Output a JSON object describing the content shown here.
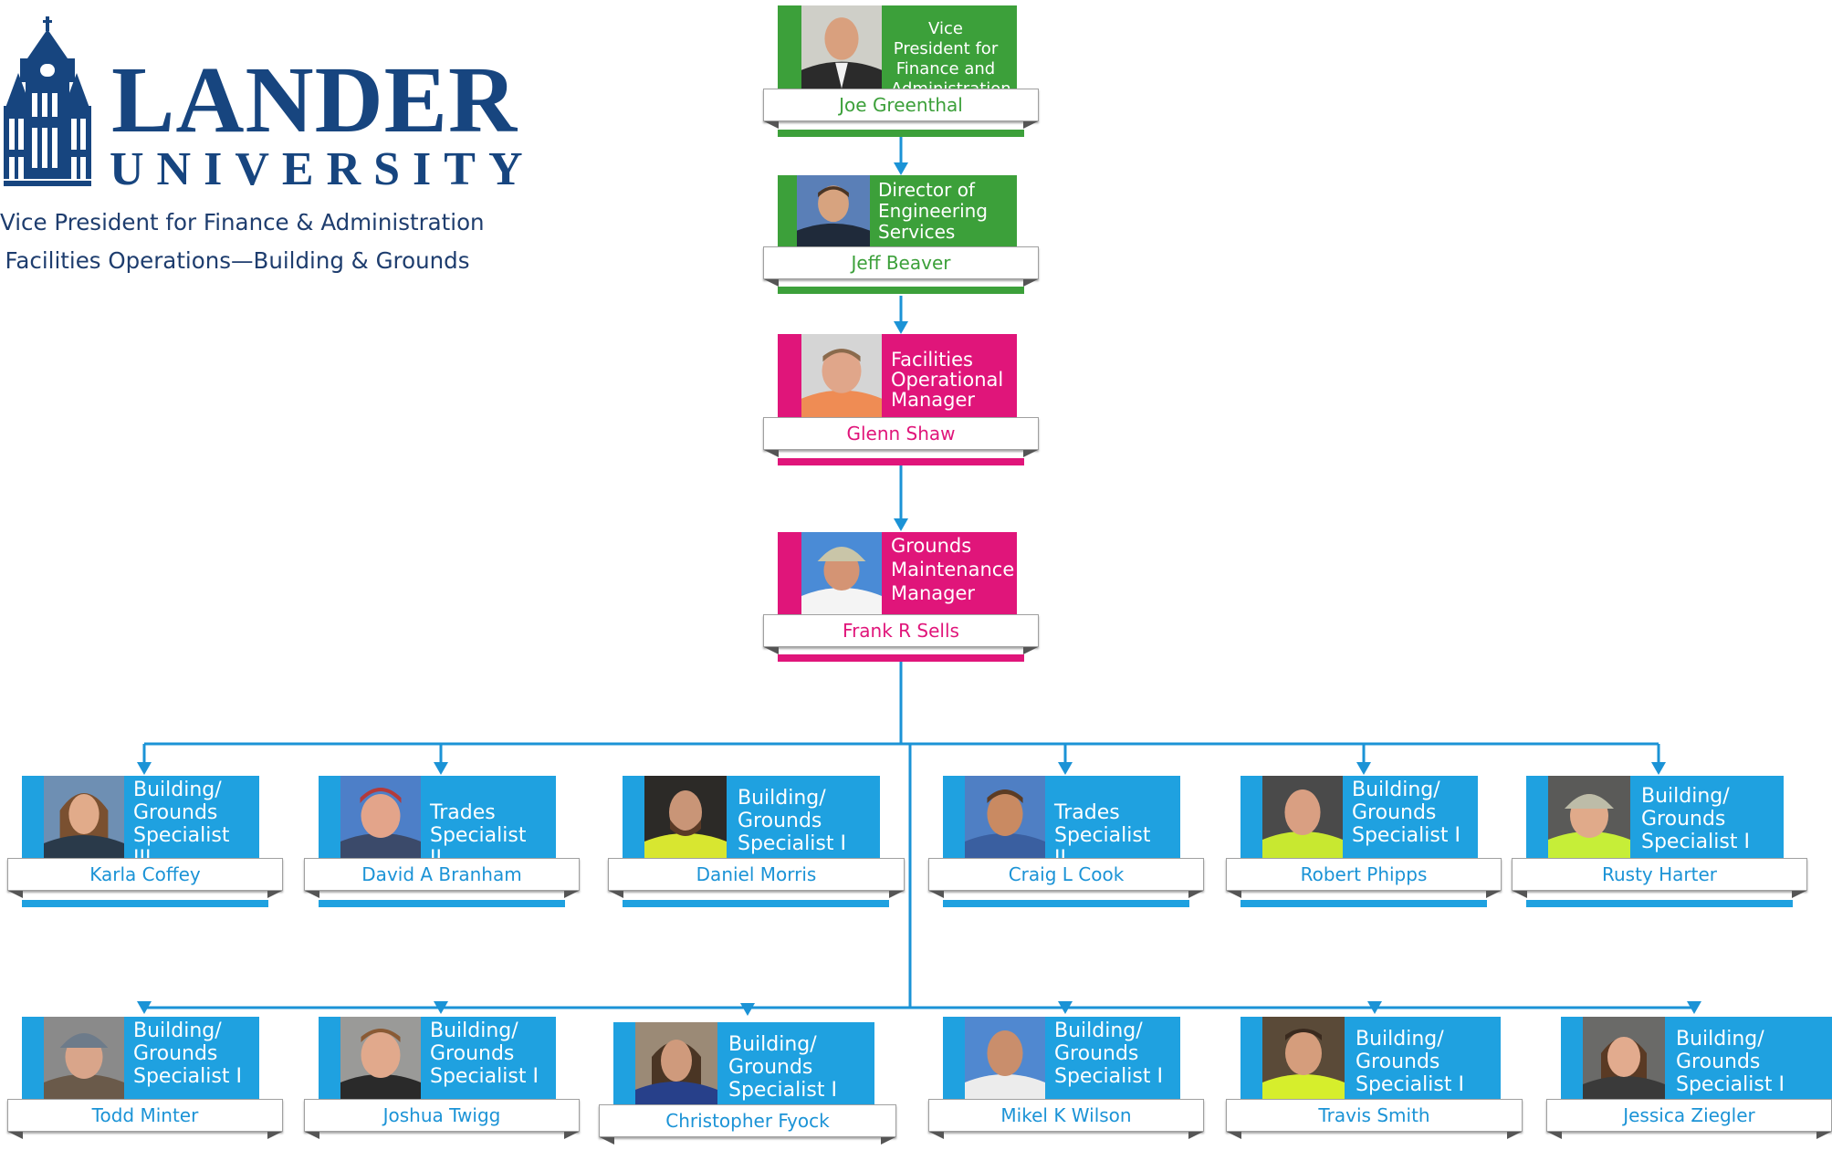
{
  "colors": {
    "logo_blue": "#17457f",
    "executive_green": "#3ca03a",
    "manager_pink": "#e0157a",
    "staff_blue": "#1fa1e0",
    "connector_blue": "#1b93d6"
  },
  "logo": {
    "word_1": "LANDER",
    "word_2": "UNIVERSITY",
    "icon": "building-tower-icon"
  },
  "subtitle": {
    "line_1": "Vice President for Finance & Administration",
    "line_2": "Facilities Operations—Building & Grounds"
  },
  "org_chart": {
    "executives": [
      {
        "name": "Joe Greenthal",
        "title": "Vice President for Finance and Administration",
        "color": "green",
        "photo": "person-photo-icon"
      },
      {
        "name": "Jeff Beaver",
        "title": "Director of Engineering Services",
        "color": "green",
        "photo": "person-photo-icon"
      },
      {
        "name": "Glenn Shaw",
        "title": "Facilities Operational Manager",
        "color": "pink",
        "photo": "person-photo-icon"
      },
      {
        "name": "Frank R Sells",
        "title": "Grounds Maintenance Manager",
        "color": "pink",
        "photo": "person-photo-icon"
      }
    ],
    "staff_row_1": [
      {
        "name": "Karla Coffey",
        "title": "Building/ Grounds Specialist III"
      },
      {
        "name": "David A Branham",
        "title": "Trades Specialist II"
      },
      {
        "name": "Daniel Morris",
        "title": "Building/ Grounds Specialist I"
      },
      {
        "name": "Craig L Cook",
        "title": "Trades Specialist II"
      },
      {
        "name": "Robert Phipps",
        "title": "Building/ Grounds Specialist I"
      },
      {
        "name": "Rusty Harter",
        "title": "Building/ Grounds Specialist I"
      }
    ],
    "staff_row_2": [
      {
        "name": "Todd Minter",
        "title": "Building/ Grounds Specialist I"
      },
      {
        "name": "Joshua Twigg",
        "title": "Building/ Grounds Specialist I"
      },
      {
        "name": "Christopher Fyock",
        "title": "Building/ Grounds Specialist I"
      },
      {
        "name": "Mikel K Wilson",
        "title": "Building/ Grounds Specialist I"
      },
      {
        "name": "Travis Smith",
        "title": "Building/ Grounds Specialist I"
      },
      {
        "name": "Jessica Ziegler",
        "title": "Building/ Grounds Specialist I"
      }
    ]
  }
}
